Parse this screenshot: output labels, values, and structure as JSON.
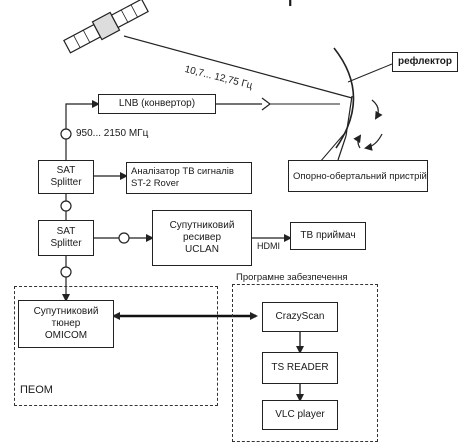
{
  "diagram": {
    "top_mark": "г",
    "frequency_sat": "10,7... 12,75 Гц",
    "reflector": "рефлектор",
    "lnb": "LNB (конвертор)",
    "frequency_if": "950... 2150 МГц",
    "mount": "Опорно-обертальний пристрій",
    "splitter1": "SAT\nSplitter",
    "analyzer": "Аналізатор ТВ сигналів ST-2 Rover",
    "splitter2": "SAT\nSplitter",
    "receiver": "Супутниковий\nресивер\nUCLAN",
    "hdmi": "HDMI",
    "tv": "ТВ приймач",
    "software_group": "Програмне забезпечення",
    "tuner": "Супутниковий\nтюнер\nOMICOM",
    "pc_group": "ПЕОМ",
    "crazyscan": "CrazyScan",
    "tsreader": "TS READER",
    "vlc": "VLC player"
  },
  "colors": {
    "line": "#222222",
    "background": "#ffffff"
  },
  "icons": [
    "satellite-icon",
    "dish-icon",
    "feed-horn-icon",
    "rotation-arrow-icon",
    "cable-coil-icon"
  ]
}
